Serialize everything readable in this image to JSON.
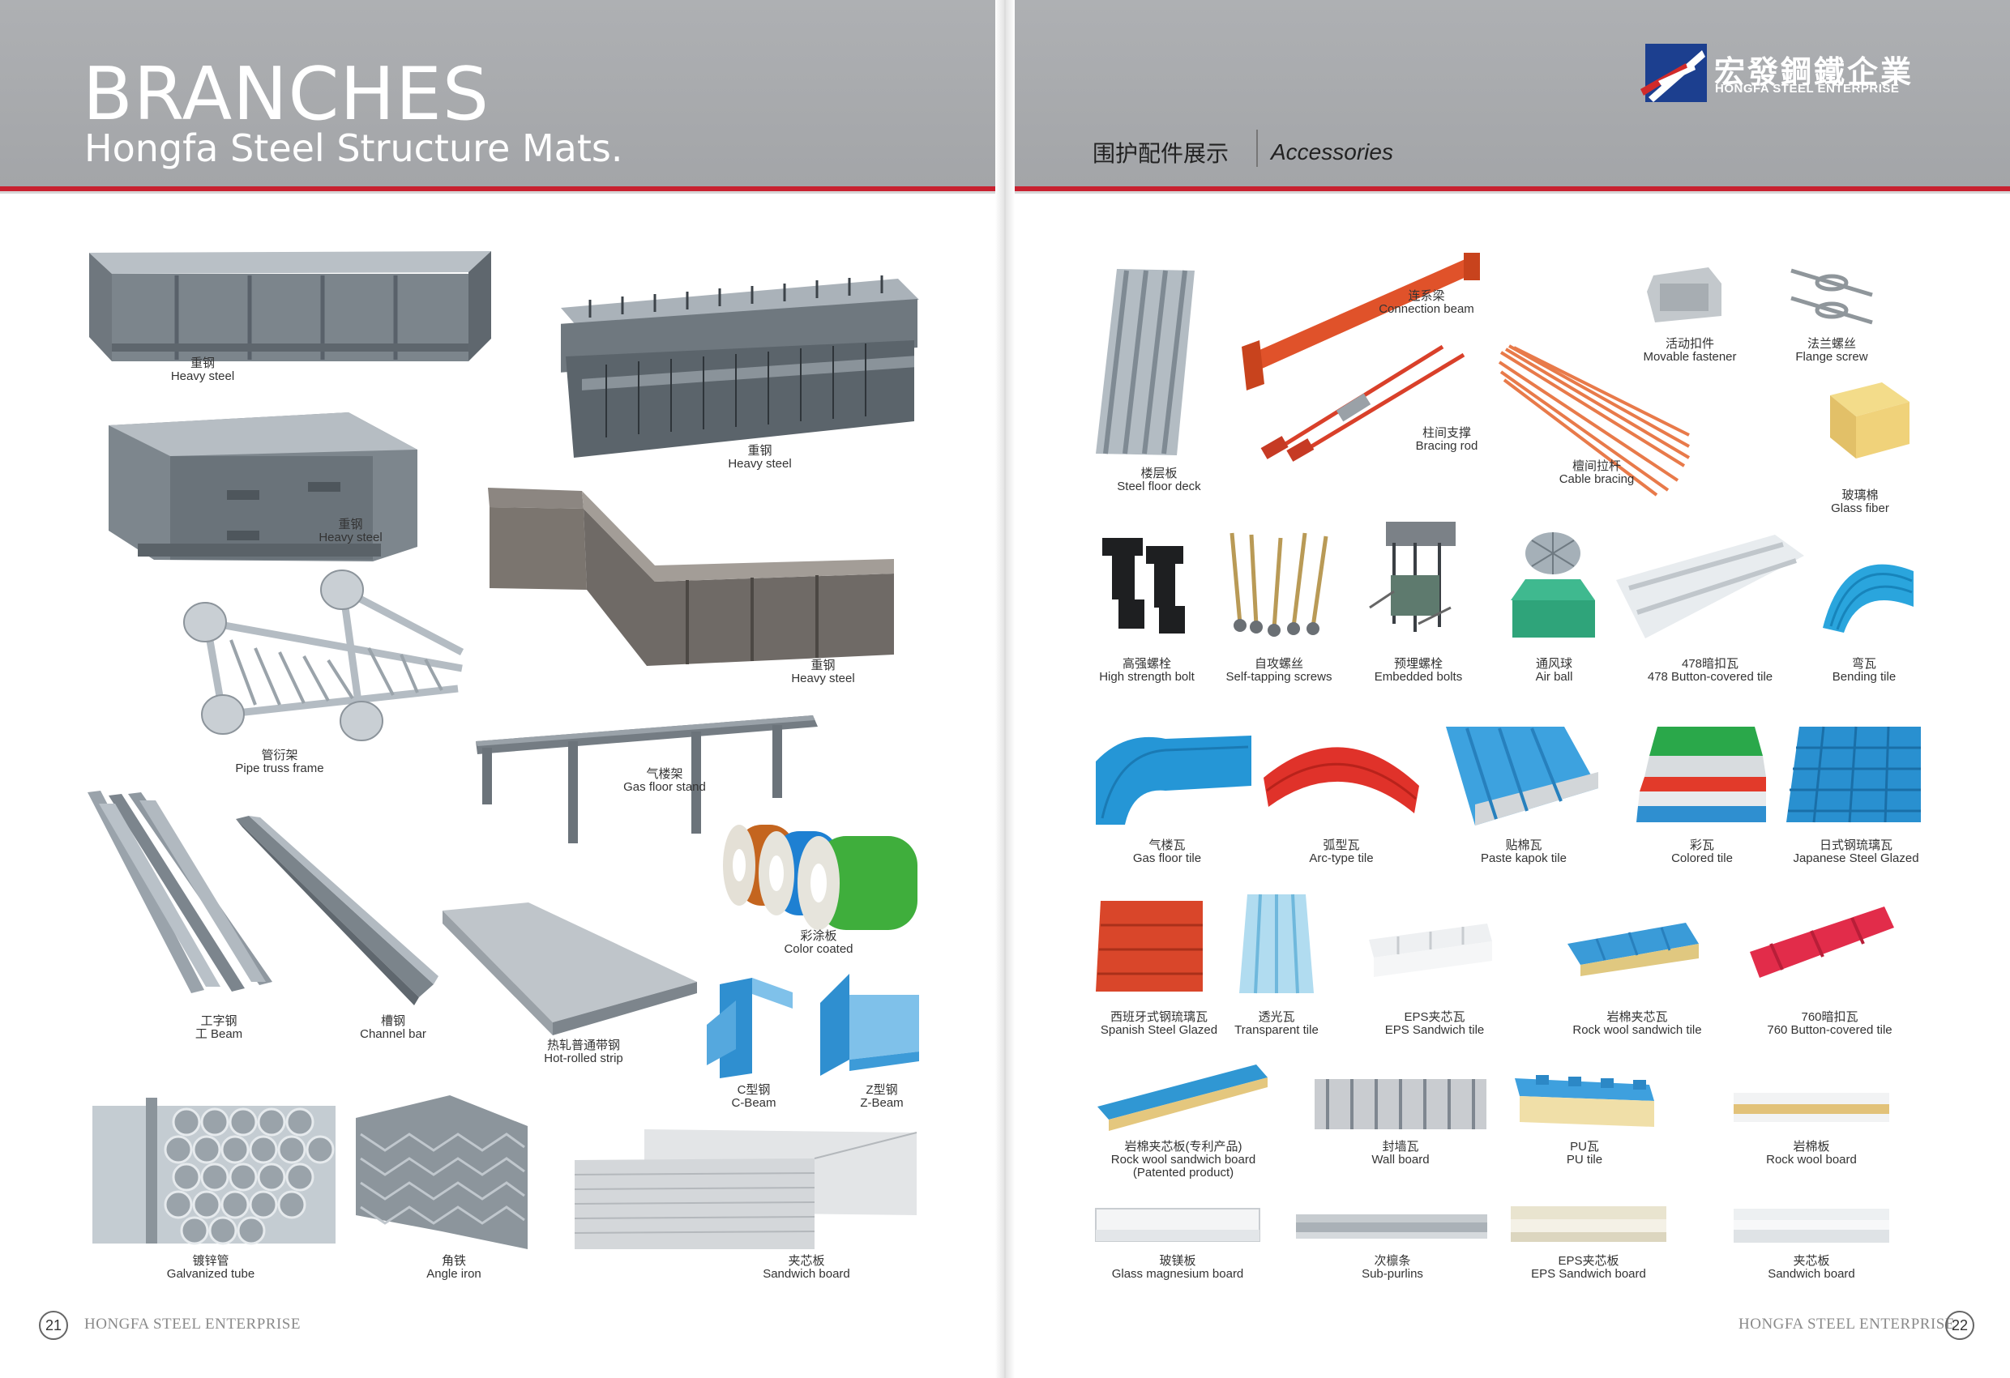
{
  "left": {
    "title": "BRANCHES",
    "subtitle": "Hongfa Steel Structure Mats.",
    "page_number": "21",
    "footer": "HONGFA STEEL ENTERPRISE",
    "items": {
      "heavy_1": {
        "cn": "重钢",
        "en": "Heavy steel"
      },
      "heavy_2": {
        "cn": "重钢",
        "en": "Heavy steel"
      },
      "heavy_3": {
        "cn": "重钢",
        "en": "Heavy steel"
      },
      "heavy_4": {
        "cn": "重钢",
        "en": "Heavy steel"
      },
      "pipe_truss": {
        "cn": "管衍架",
        "en": "Pipe truss frame"
      },
      "gas_floor": {
        "cn": "气楼架",
        "en": "Gas floor stand"
      },
      "ibeam": {
        "cn": "工字钢",
        "en": "工 Beam"
      },
      "channel": {
        "cn": "槽钢",
        "en": "Channel bar"
      },
      "strip": {
        "cn": "热轧普通带钢",
        "en": "Hot-rolled strip"
      },
      "color_coated": {
        "cn": "彩涂板",
        "en": "Color coated"
      },
      "cbeam": {
        "cn": "C型钢",
        "en": "C-Beam"
      },
      "zbeam": {
        "cn": "Z型钢",
        "en": "Z-Beam"
      },
      "galv_tube": {
        "cn": "镀锌管",
        "en": "Galvanized tube"
      },
      "angle": {
        "cn": "角铁",
        "en": "Angle iron"
      },
      "sandwich": {
        "cn": "夹芯板",
        "en": "Sandwich board"
      }
    }
  },
  "right": {
    "logo_cn": "宏發鋼鐵企業",
    "logo_en": "HONGFA STEEL ENTERPRISE",
    "section_cn": "围护配件展示",
    "section_en": "Accessories",
    "page_number": "22",
    "footer": "HONGFA STEEL ENTERPRISE",
    "items": {
      "floor_deck": {
        "cn": "楼层板",
        "en": "Steel floor deck"
      },
      "conn_beam": {
        "cn": "连系梁",
        "en": "Connection beam"
      },
      "bracing_rod": {
        "cn": "柱间支撑",
        "en": "Bracing rod"
      },
      "cable_bracing": {
        "cn": "檀间拉杆",
        "en": "Cable bracing"
      },
      "fastener": {
        "cn": "活动扣件",
        "en": "Movable fastener"
      },
      "flange": {
        "cn": "法兰螺丝",
        "en": "Flange screw"
      },
      "glass_fiber": {
        "cn": "玻璃棉",
        "en": "Glass fiber"
      },
      "hs_bolt": {
        "cn": "高强螺栓",
        "en": "High strength bolt"
      },
      "self_tap": {
        "cn": "自攻螺丝",
        "en": "Self-tapping screws"
      },
      "embedded": {
        "cn": "预埋螺栓",
        "en": "Embedded bolts"
      },
      "air_ball": {
        "cn": "通风球",
        "en": "Air ball"
      },
      "t478": {
        "cn": "478暗扣瓦",
        "en": "478 Button-covered tile"
      },
      "bending": {
        "cn": "弯瓦",
        "en": "Bending tile"
      },
      "gas_tile": {
        "cn": "气楼瓦",
        "en": "Gas floor tile"
      },
      "arc": {
        "cn": "弧型瓦",
        "en": "Arc-type tile"
      },
      "kapok": {
        "cn": "贴棉瓦",
        "en": "Paste kapok tile"
      },
      "colored": {
        "cn": "彩瓦",
        "en": "Colored tile"
      },
      "japanese": {
        "cn": "日式钢琉璃瓦",
        "en": "Japanese Steel Glazed"
      },
      "spanish": {
        "cn": "西班牙式钢琉璃瓦",
        "en": "Spanish Steel Glazed"
      },
      "transparent": {
        "cn": "透光瓦",
        "en": "Transparent tile"
      },
      "eps_tile": {
        "cn": "EPS夹芯瓦",
        "en": "EPS Sandwich tile"
      },
      "rockwool_tile": {
        "cn": "岩棉夹芯瓦",
        "en": "Rock wool sandwich tile"
      },
      "t760": {
        "cn": "760暗扣瓦",
        "en": "760 Button-covered tile"
      },
      "rw_patent": {
        "cn": "岩棉夹芯板(专利产品)",
        "en": "Rock wool sandwich board",
        "en2": "(Patented product)"
      },
      "wall": {
        "cn": "封墙瓦",
        "en": "Wall board"
      },
      "pu": {
        "cn": "PU瓦",
        "en": "PU tile"
      },
      "rw_board": {
        "cn": "岩棉板",
        "en": "Rock wool board"
      },
      "glass_mg": {
        "cn": "玻镁板",
        "en": "Glass magnesium board"
      },
      "sub_purlins": {
        "cn": "次檩条",
        "en": "Sub-purlins"
      },
      "eps_board": {
        "cn": "EPS夹芯板",
        "en": "EPS Sandwich board"
      },
      "sandwich_r": {
        "cn": "夹芯板",
        "en": "Sandwich board"
      }
    }
  },
  "colors": {
    "banner": "#a8aaad",
    "accent_red": "#c8202f",
    "steel": "#8c959d",
    "orange": "#e0522a",
    "blue": "#2f9fd6",
    "red_tile": "#d93a2c"
  }
}
